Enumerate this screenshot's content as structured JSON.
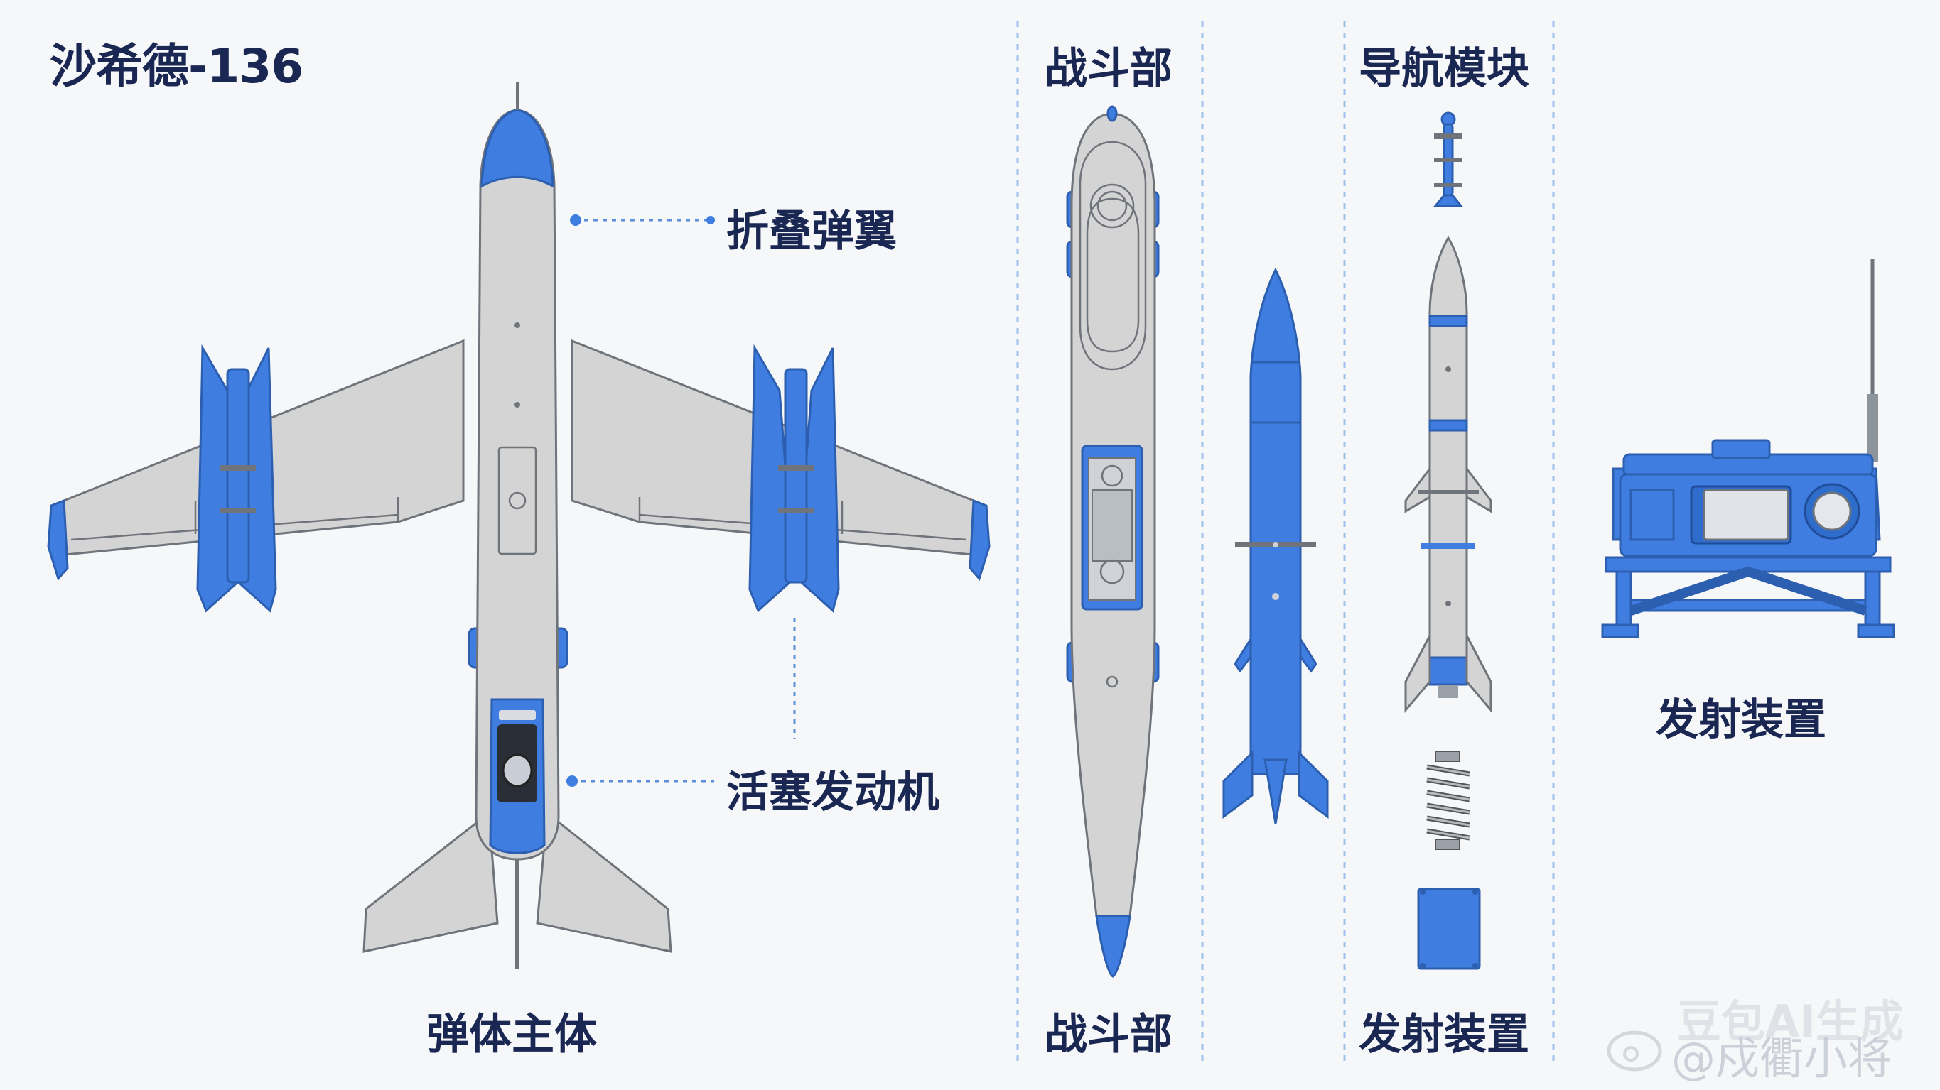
{
  "title": "沙希德-136",
  "labels": {
    "folding_wings": "折叠弹翼",
    "piston_engine": "活塞发动机",
    "main_body": "弹体主体",
    "warhead_top": "战斗部",
    "warhead_bottom": "战斗部",
    "nav_module": "导航模块",
    "launcher_bottom": "发射装置",
    "launcher_right": "发射装置"
  },
  "watermark": {
    "top": "豆包AI生成",
    "bottom": "@戍衢小将"
  },
  "colors": {
    "background": "#f6f7f9",
    "accent_blue": "#3f7ee0",
    "body_gray": "#d4d4d4",
    "outline": "#6f747b",
    "text_navy": "#1a2752",
    "divider": "#9cc1ec"
  }
}
